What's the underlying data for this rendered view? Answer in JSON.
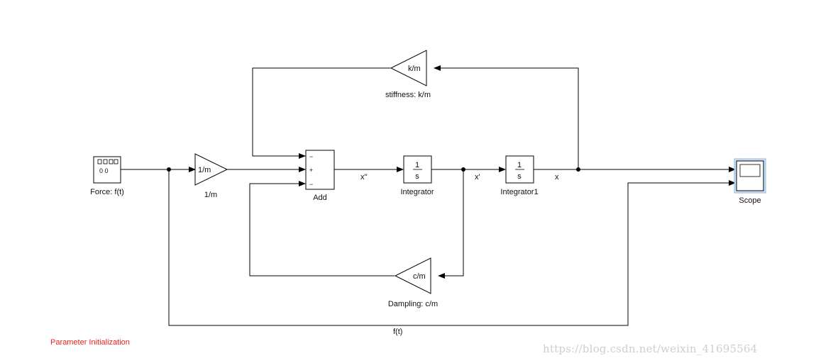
{
  "blocks": {
    "source": {
      "name": "Force: f(t)",
      "display": "0 0"
    },
    "gain_input": {
      "name": "1/m",
      "text": "1/m"
    },
    "sum": {
      "name": "Add",
      "signs": [
        "−",
        "+",
        "−"
      ]
    },
    "integrator1": {
      "name": "Integrator",
      "num": "1",
      "den": "s"
    },
    "integrator2": {
      "name": "Integrator1",
      "num": "1",
      "den": "s"
    },
    "gain_stiffness": {
      "name": "stiffness: k/m",
      "text": "k/m"
    },
    "gain_damping": {
      "name": "Dampling: c/m",
      "text": "c/m"
    },
    "scope": {
      "name": "Scope"
    }
  },
  "signals": {
    "accel": "x''",
    "vel": "x'",
    "pos": "x",
    "force": "f(t)"
  },
  "annotation": {
    "text": "Parameter Initialization",
    "color": "#e8231b"
  },
  "watermark": "https://blog.csdn.net/weixin_41695564"
}
